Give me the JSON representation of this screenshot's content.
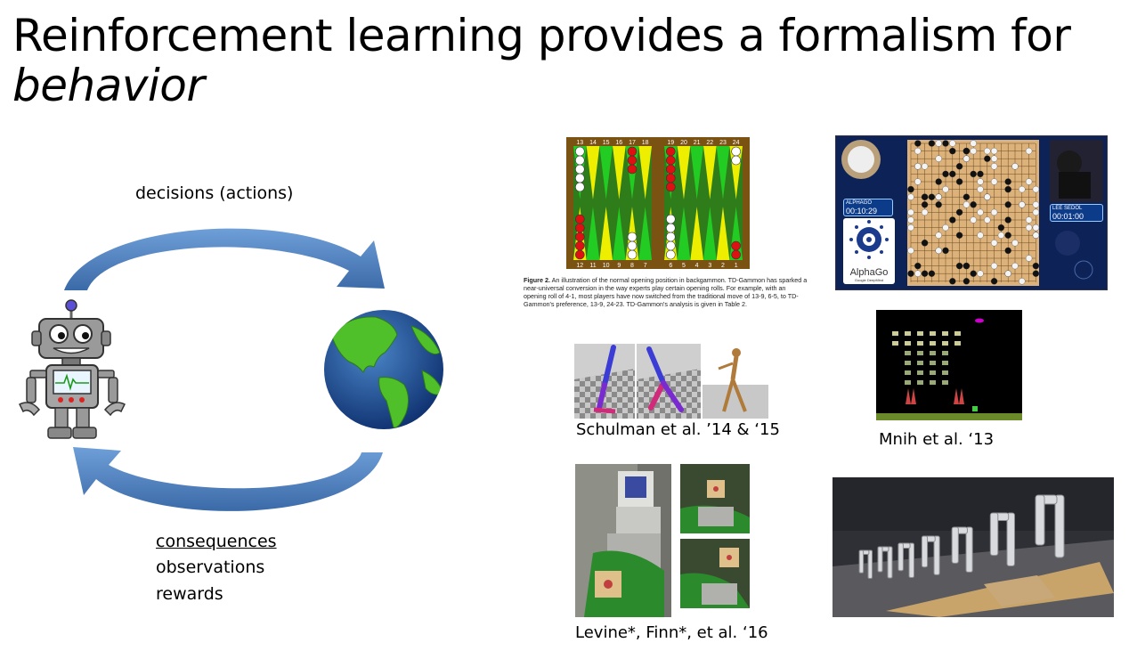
{
  "slide": {
    "title_line1": "Reinforcement learning provides a formalism for",
    "title_line2": "behavior"
  },
  "loop": {
    "top_label": "decisions (actions)",
    "bottom_labels": [
      "consequences",
      "observations",
      "rewards"
    ]
  },
  "backgammon": {
    "top_numbers": [
      "13",
      "14",
      "15",
      "16",
      "17",
      "18",
      "19",
      "20",
      "21",
      "22",
      "23",
      "24"
    ],
    "bottom_numbers": [
      "12",
      "11",
      "10",
      "9",
      "8",
      "7",
      "6",
      "5",
      "4",
      "3",
      "2",
      "1"
    ],
    "figure_label": "Figure 2.",
    "figure_text": "An illustration of the normal opening position in backgammon. TD-Gammon has sparked a near-universal conversion in the way experts play certain opening rolls. For example, with an opening roll of 4-1, most players have now switched from the traditional move of 13-9, 6-5, to TD-Gammon's preference, 13-9, 24-23. TD-Gammon's analysis is given in Table 2."
  },
  "alphago": {
    "player1": "ALPHAGO",
    "time1": "00:10:29",
    "player2": "LEE SEDOL",
    "time2": "00:01:00",
    "logo_text": "AlphaGo",
    "logo_sub": "Google DeepMind"
  },
  "captions": {
    "schulman": "Schulman et al. ’14 & ‘15",
    "mnih": "Mnih et al. ‘13",
    "levine": "Levine*, Finn*, et al. ‘16"
  },
  "colors": {
    "arrow_blue": "#4a7ebb",
    "board_brown": "#7a5212",
    "point_green": "#22cc22",
    "point_yellow": "#eeee00",
    "checker_red": "#dd1111"
  }
}
